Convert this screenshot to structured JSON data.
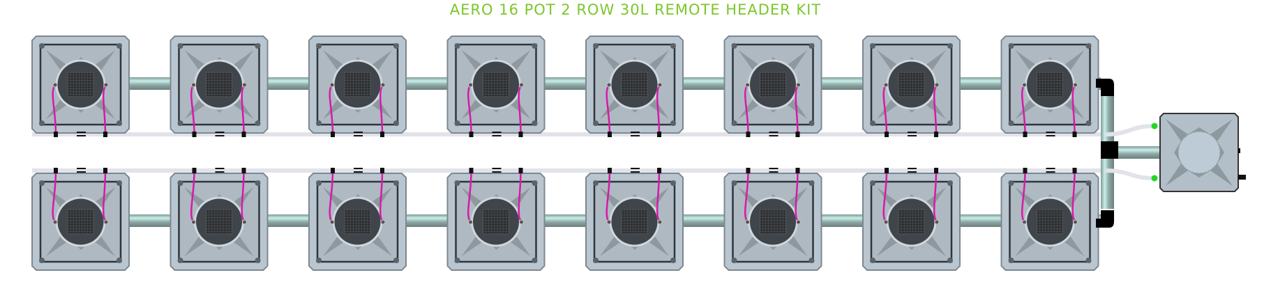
{
  "title": "AERO 16 POT 2 ROW 30L REMOTE HEADER KIT",
  "colors": {
    "title": "#7cc62c",
    "pot": "#b9c6d0",
    "lid": "#3f454b",
    "pipe": "#a9c7c4",
    "line": "#d8236f",
    "tube": "#e2e2ea",
    "fitting": "#22d822"
  },
  "layout_counts": {
    "rows": 2,
    "pots_per_row": 8
  }
}
